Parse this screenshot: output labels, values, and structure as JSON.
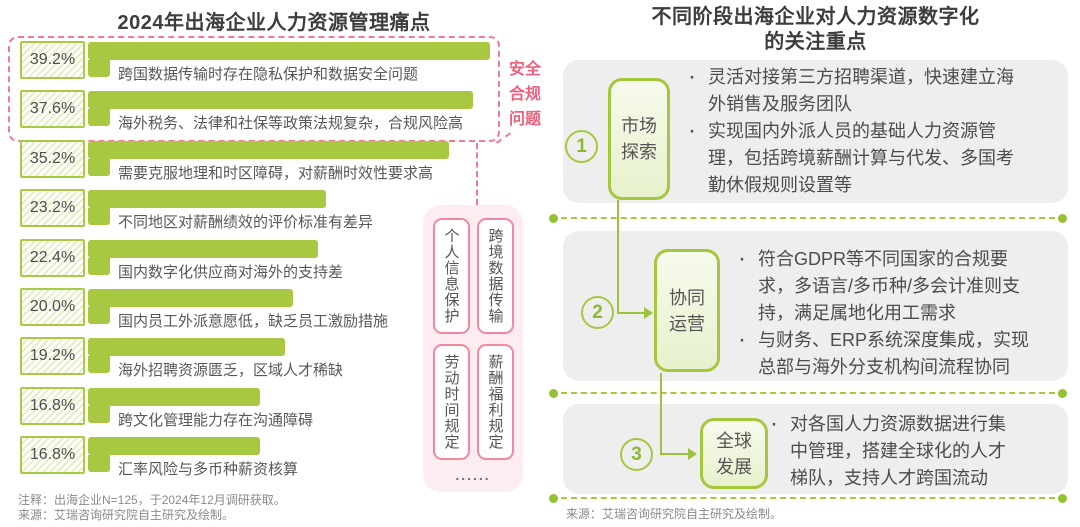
{
  "left_panel": {
    "title": "2024年出海企业人力资源管理痛点",
    "chart_data": {
      "type": "bar",
      "orientation": "horizontal",
      "unit": "percent",
      "title": "2024年出海企业人力资源管理痛点",
      "categories": [
        "跨国数据传输时存在隐私保护和数据安全问题",
        "海外税务、法律和社保等政策法规复杂，合规风险高",
        "需要克服地理和时区障碍，对薪酬时效性要求高",
        "不同地区对薪酬绩效的评价标准有差异",
        "国内数字化供应商对海外的支持差",
        "国内员工外派意愿低，缺乏员工激励措施",
        "海外招聘资源匮乏，区域人才稀缺",
        "跨文化管理能力存在沟通障碍",
        "汇率风险与多币种薪资核算"
      ],
      "values": [
        39.2,
        37.6,
        35.2,
        23.2,
        22.4,
        20.0,
        19.2,
        16.8,
        16.8
      ],
      "value_labels": [
        "39.2%",
        "37.6%",
        "35.2%",
        "23.2%",
        "22.4%",
        "20.0%",
        "19.2%",
        "16.8%",
        "16.8%"
      ],
      "xlim": [
        0,
        42
      ],
      "bar_color": "#a9c841",
      "highlighted_rows": [
        0,
        1
      ]
    },
    "highlight": {
      "label_lines": [
        "安全",
        "合规",
        "问题"
      ]
    },
    "compliance_panel": {
      "items": [
        "个人信息保护",
        "跨境数据传输",
        "劳动时间规定",
        "薪酬福利规定"
      ],
      "ellipsis": "......"
    },
    "note": "注释：出海企业N=125，于2024年12月调研获取。",
    "source": "来源：艾瑞咨询研究院自主研究及绘制。"
  },
  "right_panel": {
    "title_lines": [
      "不同阶段出海企业对人力资源数字化",
      "的关注重点"
    ],
    "stages": [
      {
        "number": "1",
        "name_lines": [
          "市场",
          "探索"
        ],
        "bullets": [
          "灵活对接第三方招聘渠道，快速建立海外销售及服务团队",
          "实现国内外派人员的基础人力资源管理，包括跨境薪酬计算与代发、多国考勤休假规则设置等"
        ]
      },
      {
        "number": "2",
        "name_lines": [
          "协同",
          "运营"
        ],
        "bullets": [
          "符合GDPR等不同国家的合规要求，多语言/多币种/多会计准则支持，满足属地化用工需求",
          "与财务、ERP系统深度集成，实现总部与海外分支机构间流程协同"
        ]
      },
      {
        "number": "3",
        "name_lines": [
          "全球",
          "发展"
        ],
        "bullets": [
          "对各国人力资源数据进行集中管理，搭建全球化的人才梯队，支持人才跨国流动"
        ]
      }
    ],
    "source": "来源：艾瑞咨询研究院自主研究及绘制。"
  },
  "colors": {
    "green": "#a9c841",
    "green_dark": "#93c132",
    "pink_dash": "#f2798f",
    "pink_text": "#ee607c",
    "pink_panel_bg": "#fdedf0",
    "section_bg": "#eeeeef",
    "title_text": "#3d3d3d",
    "body_text": "#4c4c4c",
    "note_text": "#8a8a8a"
  }
}
